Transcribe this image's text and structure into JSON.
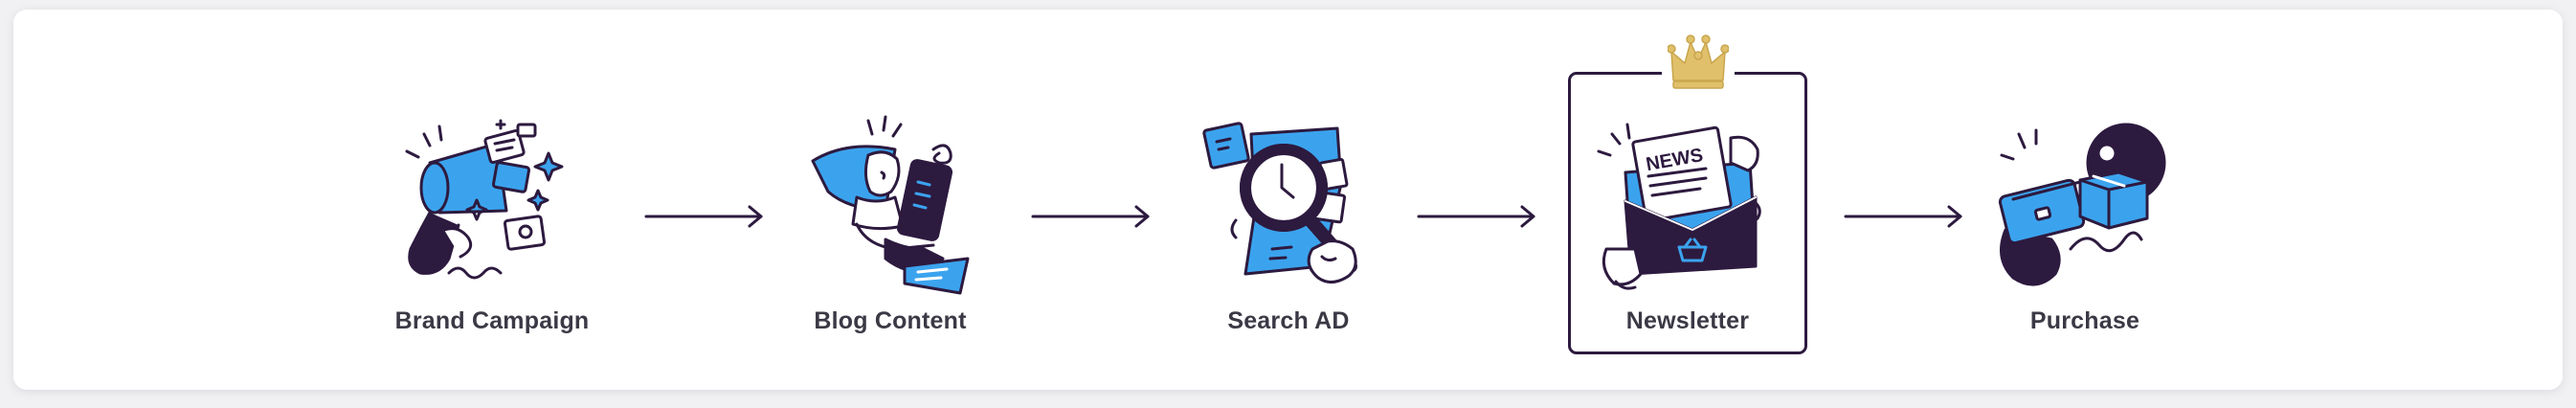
{
  "funnel": {
    "steps": [
      {
        "label": "Brand Campaign",
        "icon": "megaphone-icon"
      },
      {
        "label": "Blog Content",
        "icon": "reading-tablet-icon"
      },
      {
        "label": "Search AD",
        "icon": "magnifying-glass-icon"
      },
      {
        "label": "Newsletter",
        "icon": "news-envelope-icon"
      },
      {
        "label": "Purchase",
        "icon": "credit-card-package-icon"
      }
    ],
    "highlighted_step": "Newsletter",
    "highlight_icon": "crown-icon"
  },
  "colors": {
    "accent_blue": "#3ba3ee",
    "dark_purple": "#2d1a3f",
    "crown_gold": "#e0c06a",
    "label_text": "#3b3945"
  }
}
